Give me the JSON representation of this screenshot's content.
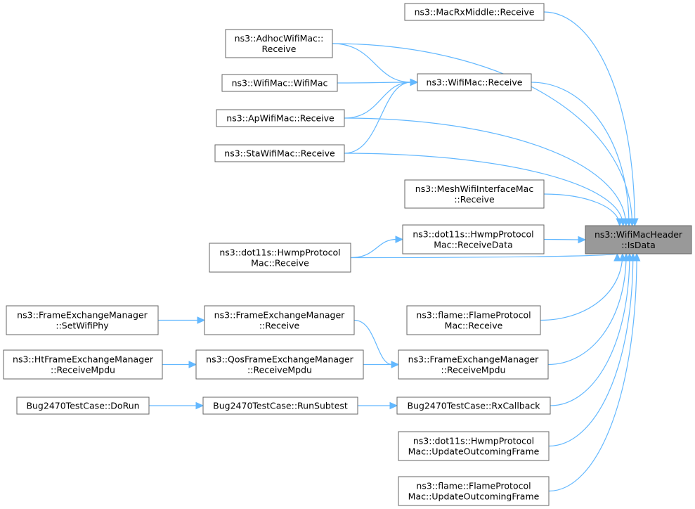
{
  "graph": {
    "root": {
      "id": "root",
      "lines": [
        "ns3::WifiMacHeader",
        "::IsData"
      ]
    },
    "nodes": [
      {
        "id": "macrxmiddle",
        "lines": [
          "ns3::MacRxMiddle::Receive"
        ]
      },
      {
        "id": "adhoc",
        "lines": [
          "ns3::AdhocWifiMac::",
          "Receive"
        ]
      },
      {
        "id": "wifimacwifimac",
        "lines": [
          "ns3::WifiMac::WifiMac"
        ]
      },
      {
        "id": "wifimacreceive",
        "lines": [
          "ns3::WifiMac::Receive"
        ]
      },
      {
        "id": "ap",
        "lines": [
          "ns3::ApWifiMac::Receive"
        ]
      },
      {
        "id": "sta",
        "lines": [
          "ns3::StaWifiMac::Receive"
        ]
      },
      {
        "id": "mesh",
        "lines": [
          "ns3::MeshWifiInterfaceMac",
          "::Receive"
        ]
      },
      {
        "id": "hwmpreceivedata",
        "lines": [
          "ns3::dot11s::HwmpProtocol",
          "Mac::ReceiveData"
        ]
      },
      {
        "id": "hwmpreceive",
        "lines": [
          "ns3::dot11s::HwmpProtocol",
          "Mac::Receive"
        ]
      },
      {
        "id": "flamereceive",
        "lines": [
          "ns3::flame::FlameProtocol",
          "Mac::Receive"
        ]
      },
      {
        "id": "femsetwifiphy",
        "lines": [
          "ns3::FrameExchangeManager",
          "::SetWifiPhy"
        ]
      },
      {
        "id": "femreceive",
        "lines": [
          "ns3::FrameExchangeManager",
          "::Receive"
        ]
      },
      {
        "id": "femreceivempdu",
        "lines": [
          "ns3::FrameExchangeManager",
          "::ReceiveMpdu"
        ]
      },
      {
        "id": "htfem",
        "lines": [
          "ns3::HtFrameExchangeManager",
          "::ReceiveMpdu"
        ]
      },
      {
        "id": "qosfem",
        "lines": [
          "ns3::QosFrameExchangeManager",
          "::ReceiveMpdu"
        ]
      },
      {
        "id": "bugdorun",
        "lines": [
          "Bug2470TestCase::DoRun"
        ]
      },
      {
        "id": "bugrunsubtest",
        "lines": [
          "Bug2470TestCase::RunSubtest"
        ]
      },
      {
        "id": "bugrxcallback",
        "lines": [
          "Bug2470TestCase::RxCallback"
        ]
      },
      {
        "id": "hwmpupdate",
        "lines": [
          "ns3::dot11s::HwmpProtocol",
          "Mac::UpdateOutcomingFrame"
        ]
      },
      {
        "id": "flameupdate",
        "lines": [
          "ns3::flame::FlameProtocol",
          "Mac::UpdateOutcomingFrame"
        ]
      }
    ],
    "edges": [
      [
        "macrxmiddle",
        "root"
      ],
      [
        "adhoc",
        "root"
      ],
      [
        "adhoc",
        "wifimacreceive"
      ],
      [
        "wifimacwifimac",
        "wifimacreceive"
      ],
      [
        "ap",
        "wifimacreceive"
      ],
      [
        "sta",
        "wifimacreceive"
      ],
      [
        "wifimacreceive",
        "root"
      ],
      [
        "ap",
        "root"
      ],
      [
        "sta",
        "root"
      ],
      [
        "mesh",
        "root"
      ],
      [
        "hwmpreceivedata",
        "root"
      ],
      [
        "hwmpreceive",
        "hwmpreceivedata"
      ],
      [
        "hwmpreceive",
        "root"
      ],
      [
        "flamereceive",
        "root"
      ],
      [
        "femsetwifiphy",
        "femreceive"
      ],
      [
        "femreceive",
        "femreceivempdu"
      ],
      [
        "htfem",
        "qosfem"
      ],
      [
        "qosfem",
        "femreceivempdu"
      ],
      [
        "femreceivempdu",
        "root"
      ],
      [
        "bugdorun",
        "bugrunsubtest"
      ],
      [
        "bugrunsubtest",
        "bugrxcallback"
      ],
      [
        "bugrxcallback",
        "root"
      ],
      [
        "hwmpupdate",
        "root"
      ],
      [
        "flameupdate",
        "root"
      ]
    ],
    "colors": {
      "edge": "#63b8ff",
      "root_fill": "#999999",
      "node_border": "#666666"
    }
  }
}
